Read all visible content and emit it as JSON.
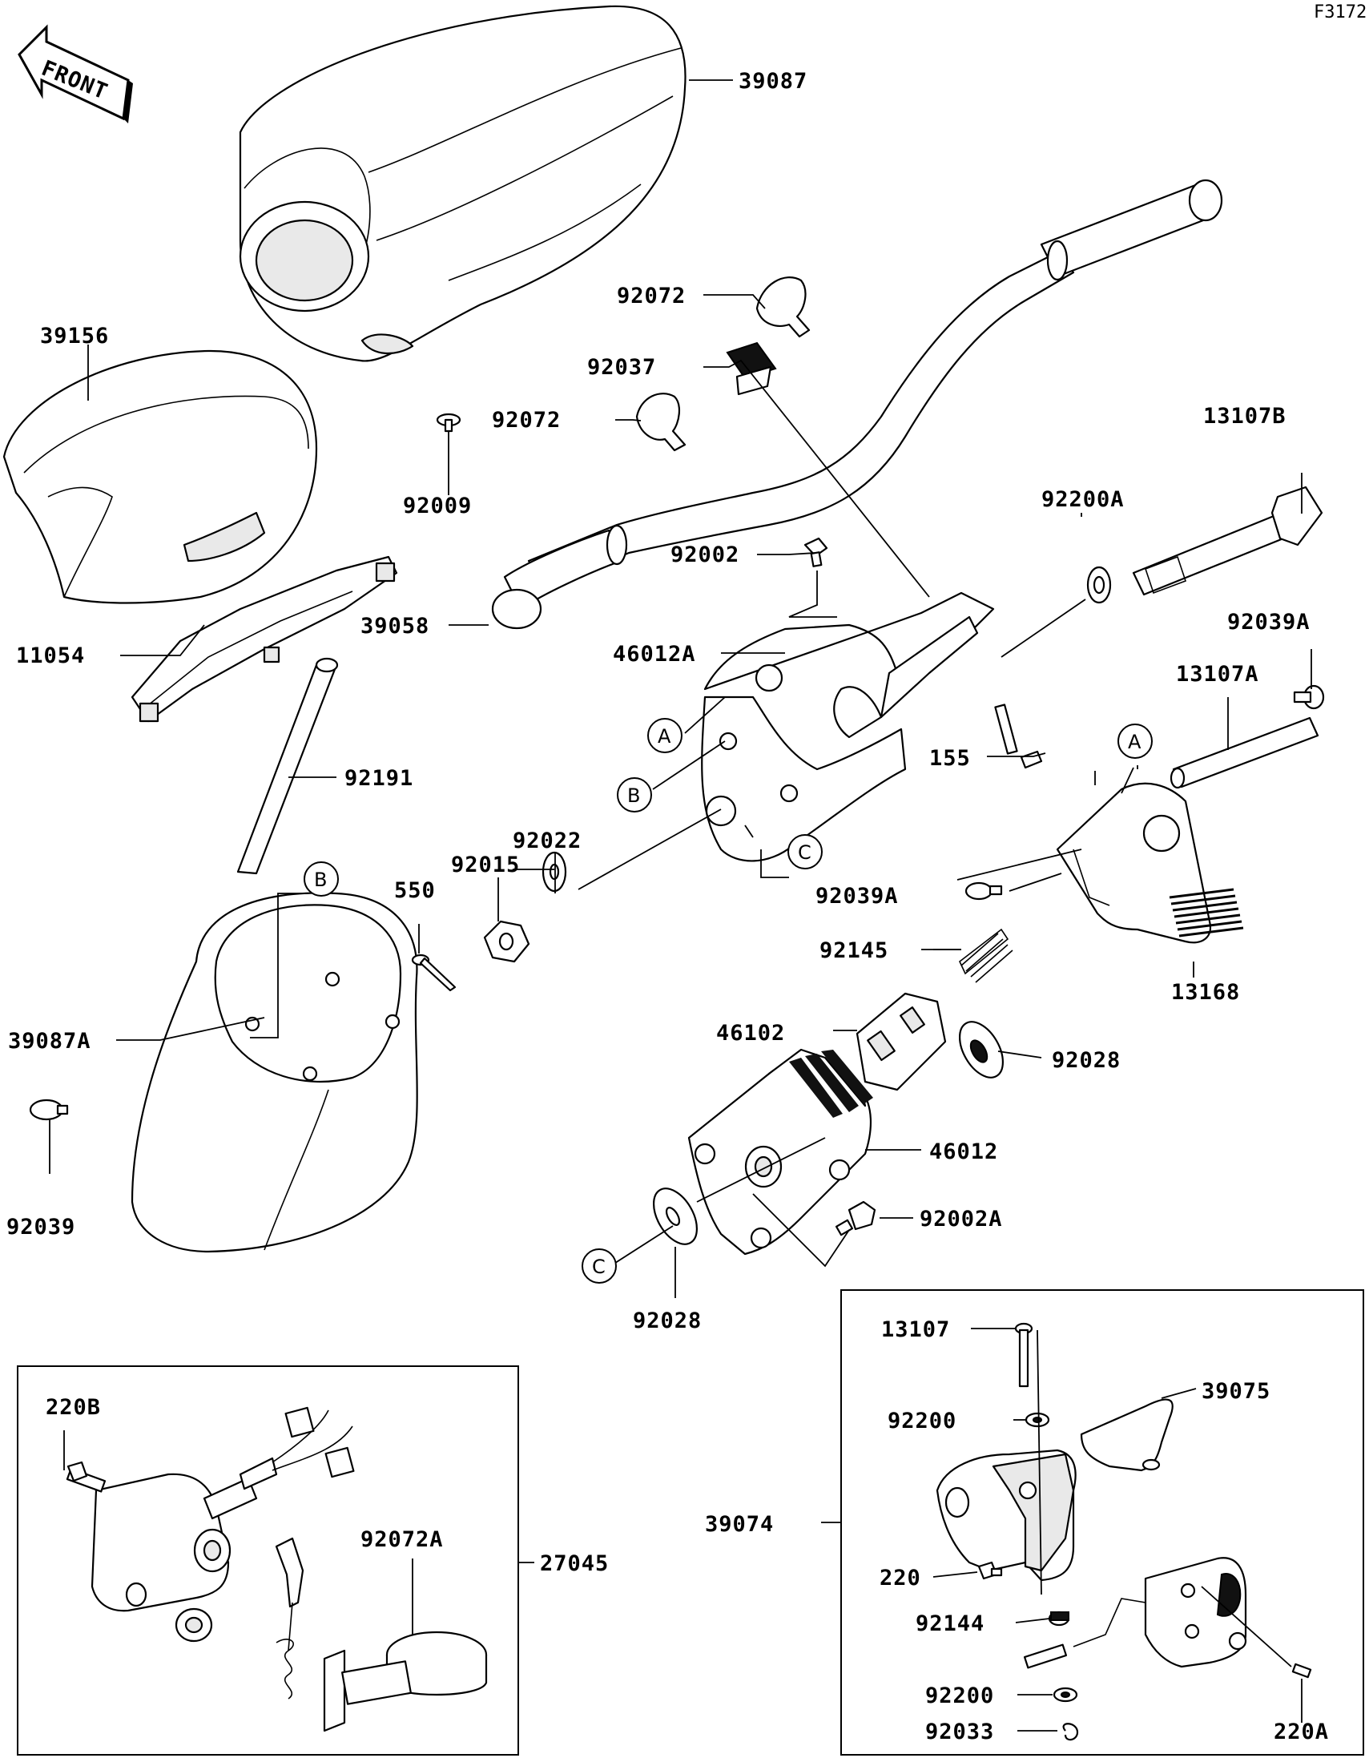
{
  "figure_code": "F3172",
  "front_label": "FRONT",
  "labels": {
    "l39087": "39087",
    "l39156": "39156",
    "l92009": "92009",
    "l11054": "11054",
    "l92191": "92191",
    "l39087A": "39087A",
    "l92039": "92039",
    "l92072a": "92072",
    "l92037": "92037",
    "l92072b": "92072",
    "l39058": "39058",
    "l92002": "92002",
    "l46012A": "46012A",
    "l92200A": "92200A",
    "l13107B": "13107B",
    "l92039A_top": "92039A",
    "l13107A": "13107A",
    "l155": "155",
    "l92022": "92022",
    "l92015": "92015",
    "l550": "550",
    "l92039A_mid": "92039A",
    "l92145": "92145",
    "l13168": "13168",
    "l46102": "46102",
    "l92028_r": "92028",
    "l46012": "46012",
    "l92002A": "92002A",
    "l92028_b": "92028",
    "l220B": "220B",
    "l92072A": "92072A",
    "l27045": "27045",
    "l13107": "13107",
    "l39075": "39075",
    "l92200_a": "92200",
    "l39074": "39074",
    "l220": "220",
    "l92144": "92144",
    "l92200_b": "92200",
    "l92033": "92033",
    "l220A": "220A"
  },
  "callouts": {
    "a1": "A",
    "b1": "B",
    "c1": "C",
    "a2": "A",
    "b2": "B",
    "c2": "C"
  }
}
